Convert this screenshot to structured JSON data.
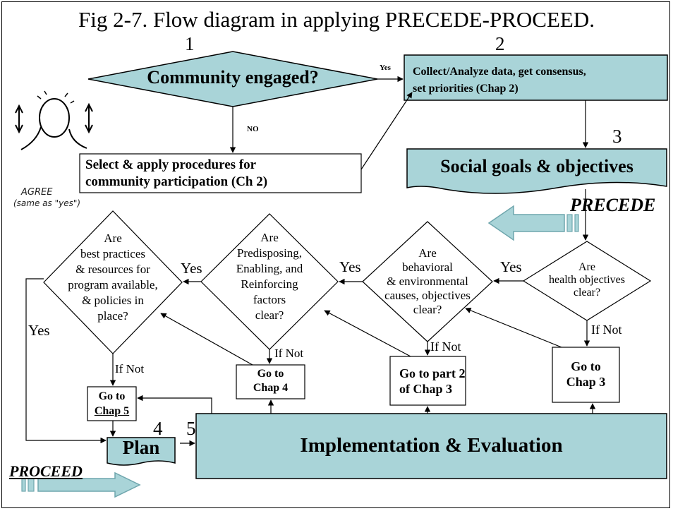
{
  "title": "Fig 2-7. Flow diagram in applying PRECEDE-PROCEED.",
  "step_numbers": [
    "1",
    "2",
    "3",
    "4",
    "5"
  ],
  "nodes": {
    "community_engaged": "Community engaged?",
    "collect_analyze": [
      "Collect/Analyze  data, get consensus,",
      "set priorities (Chap 2)"
    ],
    "select_apply": [
      "Select & apply procedures for",
      "community participation (Ch 2)"
    ],
    "social_goals": "Social goals & objectives",
    "health_objectives": [
      "Are",
      "health objectives",
      "clear?"
    ],
    "behavioral": [
      "Are",
      "behavioral",
      "& environmental",
      "causes, objectives",
      "clear?"
    ],
    "predisposing": [
      "Are",
      "Predisposing,",
      "Enabling, and",
      "Reinforcing",
      "factors",
      "clear?"
    ],
    "best_practices": [
      "Are",
      "best practices",
      "& resources for",
      "program available,",
      "& policies in",
      "place?"
    ],
    "chap3": [
      "Go to",
      "Chap 3"
    ],
    "part2_chap3": [
      "Go to part 2",
      "of Chap 3"
    ],
    "chap4": [
      "Go to",
      "Chap 4"
    ],
    "chap5": [
      "Go to",
      "Chap 5"
    ],
    "plan": "Plan",
    "implementation": "Implementation & Evaluation"
  },
  "edge_labels": {
    "yes": "Yes",
    "no": "NO",
    "if_not": "If Not"
  },
  "phase_labels": {
    "precede": "PRECEDE",
    "proceed": "PROCEED"
  },
  "handwriting": {
    "line1": "AGREE",
    "line2": "(same as \"yes\")"
  },
  "colors": {
    "fill": "#a9d4d8",
    "stroke": "#000000",
    "background": "#ffffff"
  },
  "icons": [
    "person-sketch-icon",
    "precede-arrow-icon",
    "proceed-arrow-icon"
  ]
}
